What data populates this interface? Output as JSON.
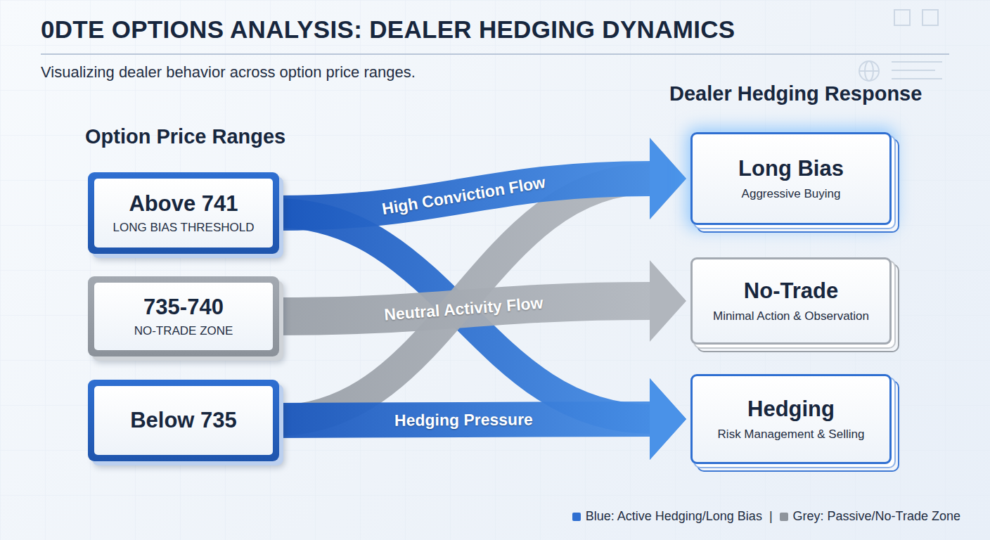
{
  "diagram": {
    "title": "0DTE OPTIONS ANALYSIS: DEALER HEDGING DYNAMICS",
    "caption": "Visualizing dealer behavior across option price ranges.",
    "nodes": [
      {
        "text": [
          "Above 741",
          "LONG BIAS THRESHOLD"
        ]
      },
      {
        "text": [
          "735-740",
          "NO-TRADE ZONE"
        ]
      },
      {
        "text": [
          "Below 735"
        ]
      },
      {
        "text": [
          "Long Bias",
          "Aggressive Buying"
        ]
      },
      {
        "text": [
          "No-Trade",
          "Minimal Action & Observation"
        ]
      },
      {
        "text": [
          "Hedging",
          "Risk Management & Selling"
        ]
      }
    ],
    "edges": [
      {
        "from": 0,
        "to": 3,
        "label": "High Conviction Flow",
        "arrow": "to"
      },
      {
        "from": 0,
        "to": 5,
        "arrow": "to"
      },
      {
        "from": 1,
        "to": 4,
        "label": "Neutral Activity Flow",
        "arrow": "to"
      },
      {
        "from": 2,
        "to": 3,
        "arrow": "to"
      },
      {
        "from": 2,
        "to": 5,
        "label": "Hedging Pressure",
        "arrow": "to"
      }
    ],
    "labels": [
      "Option Price Ranges",
      "Dealer Hedging Response",
      "|"
    ],
    "legend": [
      {
        "text": "Blue: Active Hedging/Long Bias",
        "color": "#2f6fd1"
      },
      {
        "text": "Grey: Passive/No-Trade Zone",
        "color": "#8e949c"
      }
    ]
  }
}
